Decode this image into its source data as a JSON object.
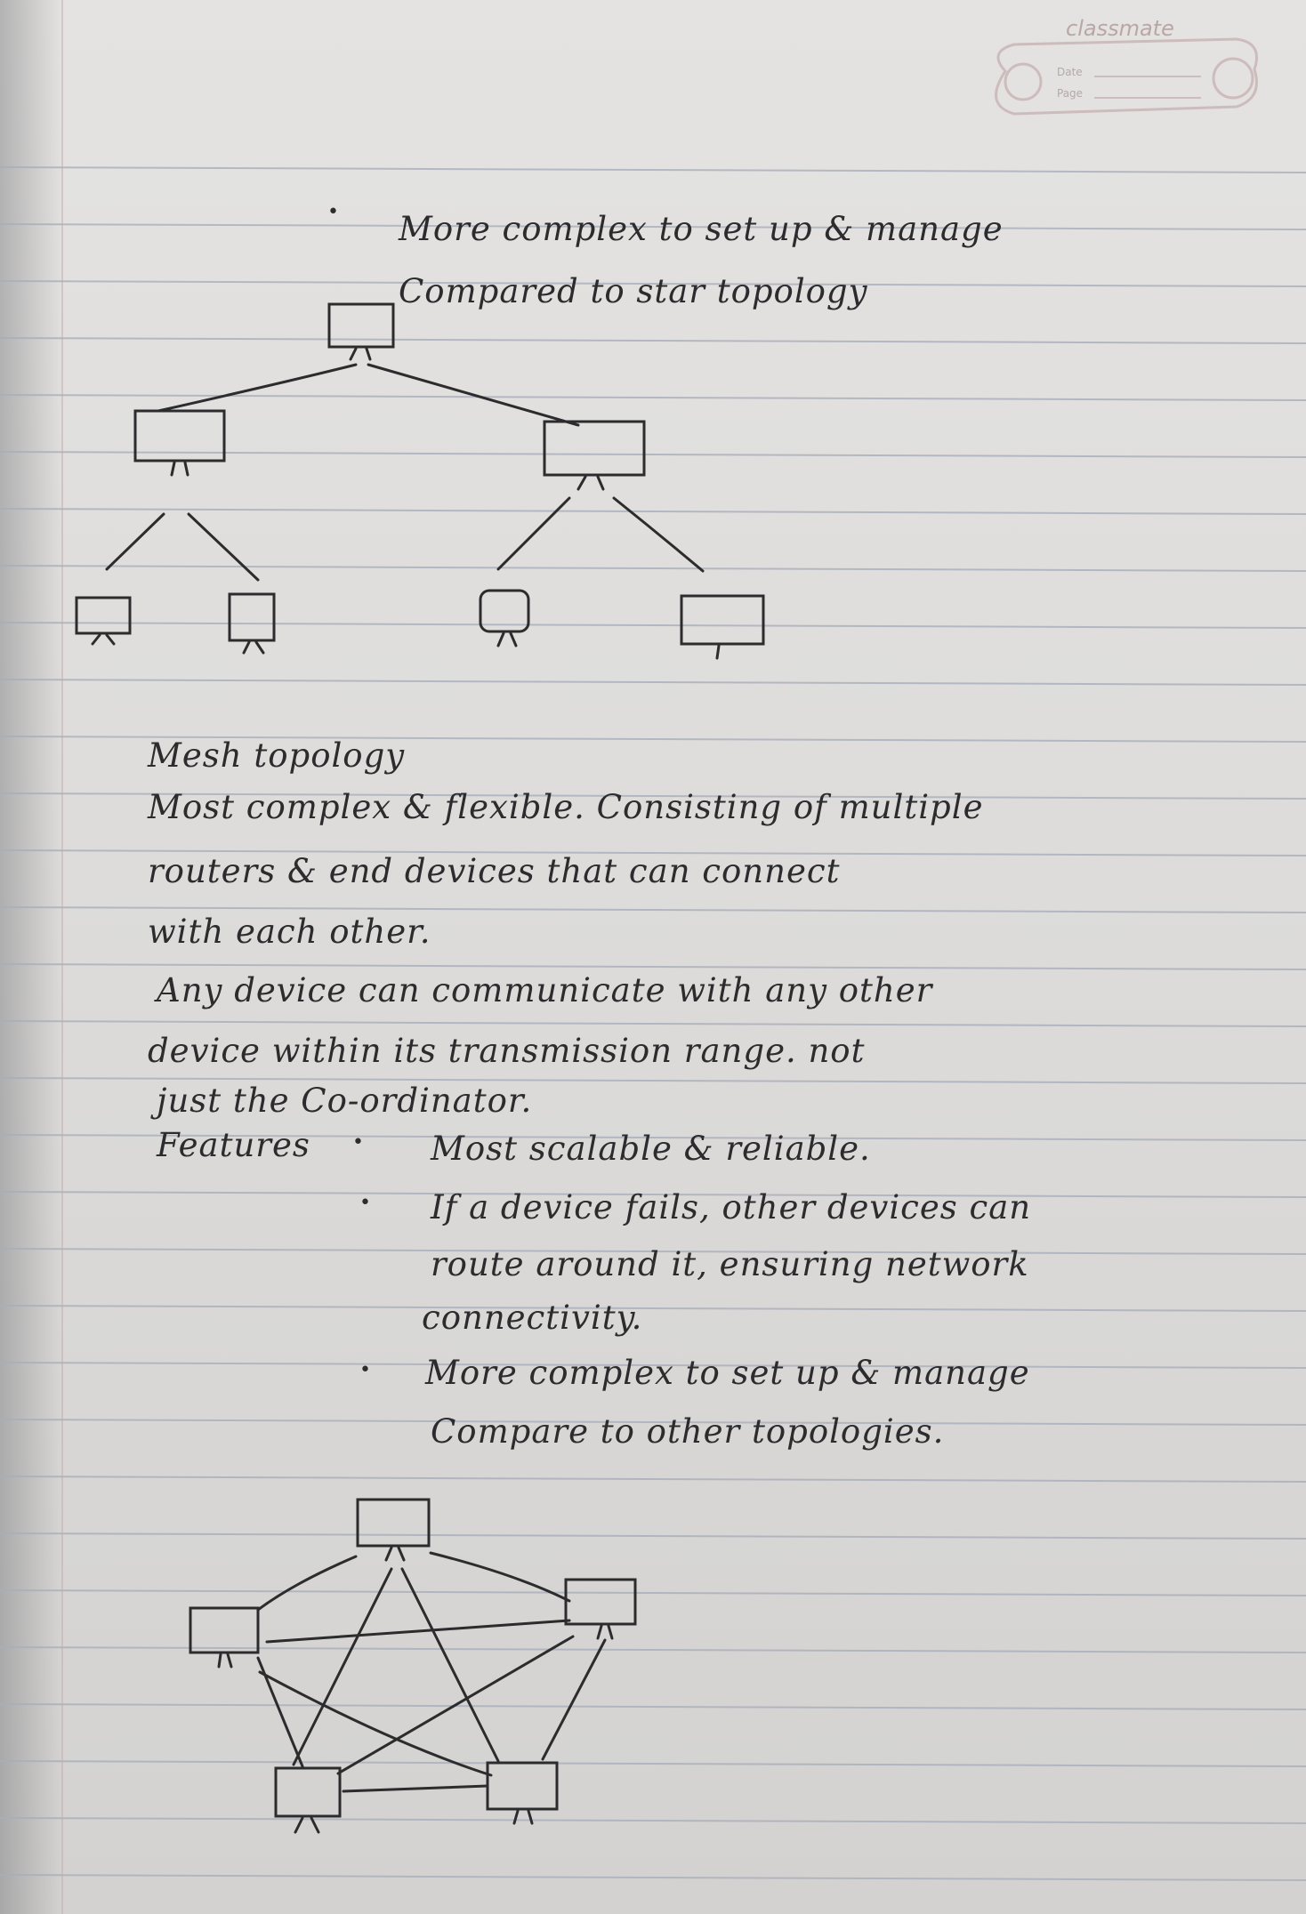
{
  "notebook": {
    "brand": "classmate",
    "date_label": "Date",
    "page_label": "Page"
  },
  "top_note": {
    "line1": "More complex to set up & manage",
    "line2": "Compared to star topology"
  },
  "mesh": {
    "heading": "Mesh topology",
    "lines": [
      "Most complex & flexible. Consisting of multiple",
      "routers & end devices that can connect",
      "with each other.",
      "Any device can communicate with any other",
      "device within its transmission range. not",
      "just the Co-ordinator."
    ],
    "features_label": "Features",
    "features": [
      "Most scalable & reliable.",
      "If a device fails, other devices can",
      "route around it, ensuring network",
      "connectivity.",
      "More complex to set up & manage",
      "Compare to other topologies."
    ]
  },
  "colors": {
    "ink": "#2c2b2e",
    "paper": "#e2e1df",
    "rule_line": "#a9aebb",
    "margin_line": "#c9a9ae"
  },
  "icons": {
    "tree_diagram": "tree-topology-diagram",
    "mesh_diagram": "mesh-topology-diagram"
  }
}
